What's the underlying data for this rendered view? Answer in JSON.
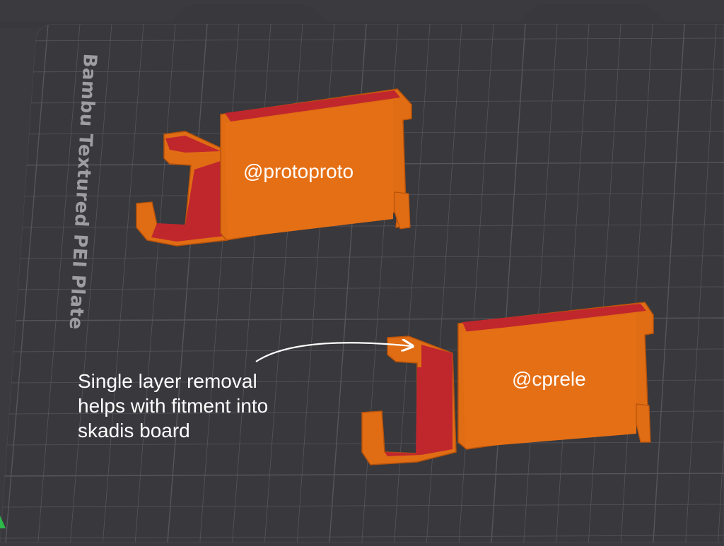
{
  "viewport": {
    "plate_label": "Bambu Textured PEI Plate",
    "colors": {
      "background": "#3b3b3f",
      "plate": "#38383d",
      "grid": "#55555c",
      "part_orange": "#e06d14",
      "part_red": "#c0272d",
      "text": "#ffffff"
    }
  },
  "parts": [
    {
      "label": "@protoproto"
    },
    {
      "label": "@cprele"
    }
  ],
  "annotation": {
    "text": "Single layer removal\nhelps with fitment into\nskadis board",
    "arrow_icon": "curved-arrow-icon"
  },
  "axis_icon": "axis-indicator-icon"
}
